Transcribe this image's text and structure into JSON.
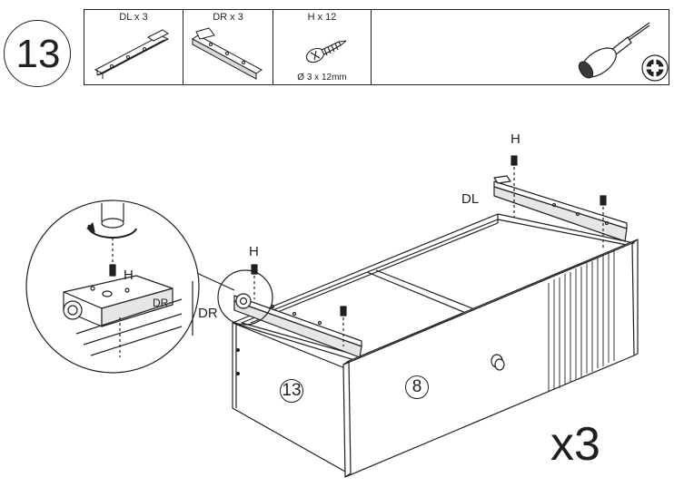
{
  "step": {
    "number": "13"
  },
  "parts": [
    {
      "label": "DL x 3",
      "icon": "slide-rail-left-icon"
    },
    {
      "label": "DR x 3",
      "icon": "slide-rail-right-icon"
    },
    {
      "label": "H x 12",
      "icon": "screw-icon",
      "spec": "Ø 3 x 12mm"
    }
  ],
  "tool": {
    "icon": "phillips-screwdriver-icon"
  },
  "callouts": {
    "h_top": "H",
    "dl": "DL",
    "h_left": "H",
    "dr_main": "DR",
    "h_zoom": "H",
    "dr_zoom": "DR"
  },
  "part_numbers": {
    "side_panel": "13",
    "front_panel": "8"
  },
  "multiplier": "x3"
}
